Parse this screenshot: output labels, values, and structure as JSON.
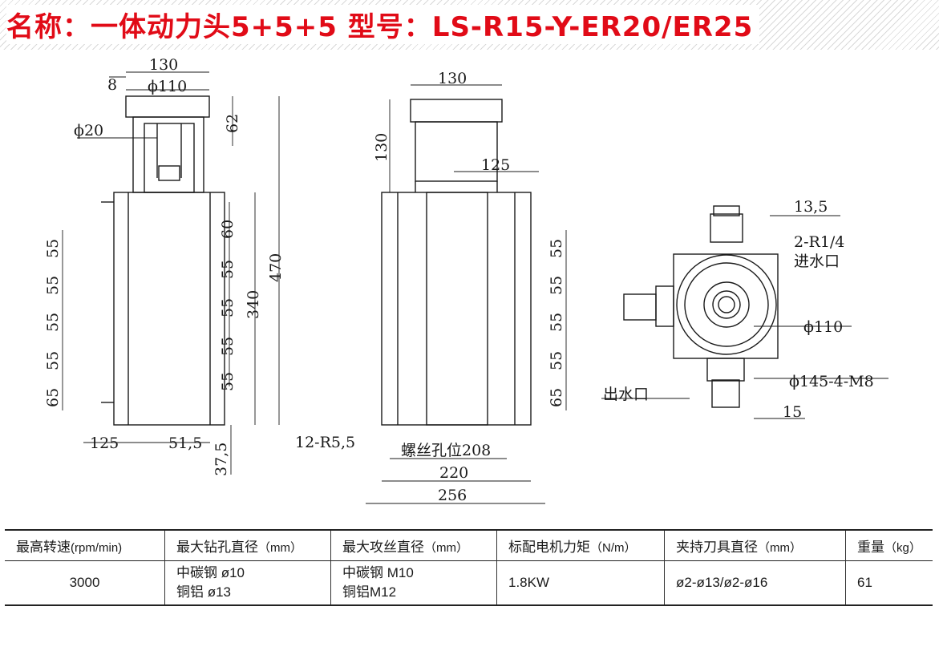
{
  "title": "名称：一体动力头5+5+5  型号：LS-R15-Y-ER20/ER25",
  "drawing_labels": {
    "front": [
      "130",
      "8",
      "ϕ110",
      "ϕ20",
      "62",
      "470",
      "340",
      "60",
      "55",
      "55",
      "55",
      "55",
      "55",
      "55",
      "55",
      "55",
      "65",
      "125",
      "51,5",
      "37,5"
    ],
    "side": [
      "130",
      "130",
      "125",
      "12-R5,5",
      "螺丝孔位208",
      "220",
      "256",
      "55",
      "55",
      "55",
      "55",
      "65"
    ],
    "top": [
      "13,5",
      "2-R1/4",
      "进水口",
      "ϕ110",
      "ϕ145-4-M8",
      "出水口",
      "15"
    ]
  },
  "table": {
    "headers": [
      {
        "main": "最高转速",
        "unit": "(rpm/min)"
      },
      {
        "main": "最大钻孔直径",
        "unit": "（mm）"
      },
      {
        "main": "最大攻丝直径",
        "unit": "（mm）"
      },
      {
        "main": "标配电机力矩",
        "unit": "（N/m）"
      },
      {
        "main": "夹持刀具直径",
        "unit": "（mm）"
      },
      {
        "main": "重量",
        "unit": "（kg）"
      }
    ],
    "row": {
      "speed": "3000",
      "drill": [
        "中碳钢 ø10",
        "铜铝 ø13"
      ],
      "tap": [
        "中碳钢 M10",
        "铜铝M12"
      ],
      "torque": "1.8KW",
      "clamp": "ø2-ø13/ø2-ø16",
      "weight": "61"
    }
  }
}
